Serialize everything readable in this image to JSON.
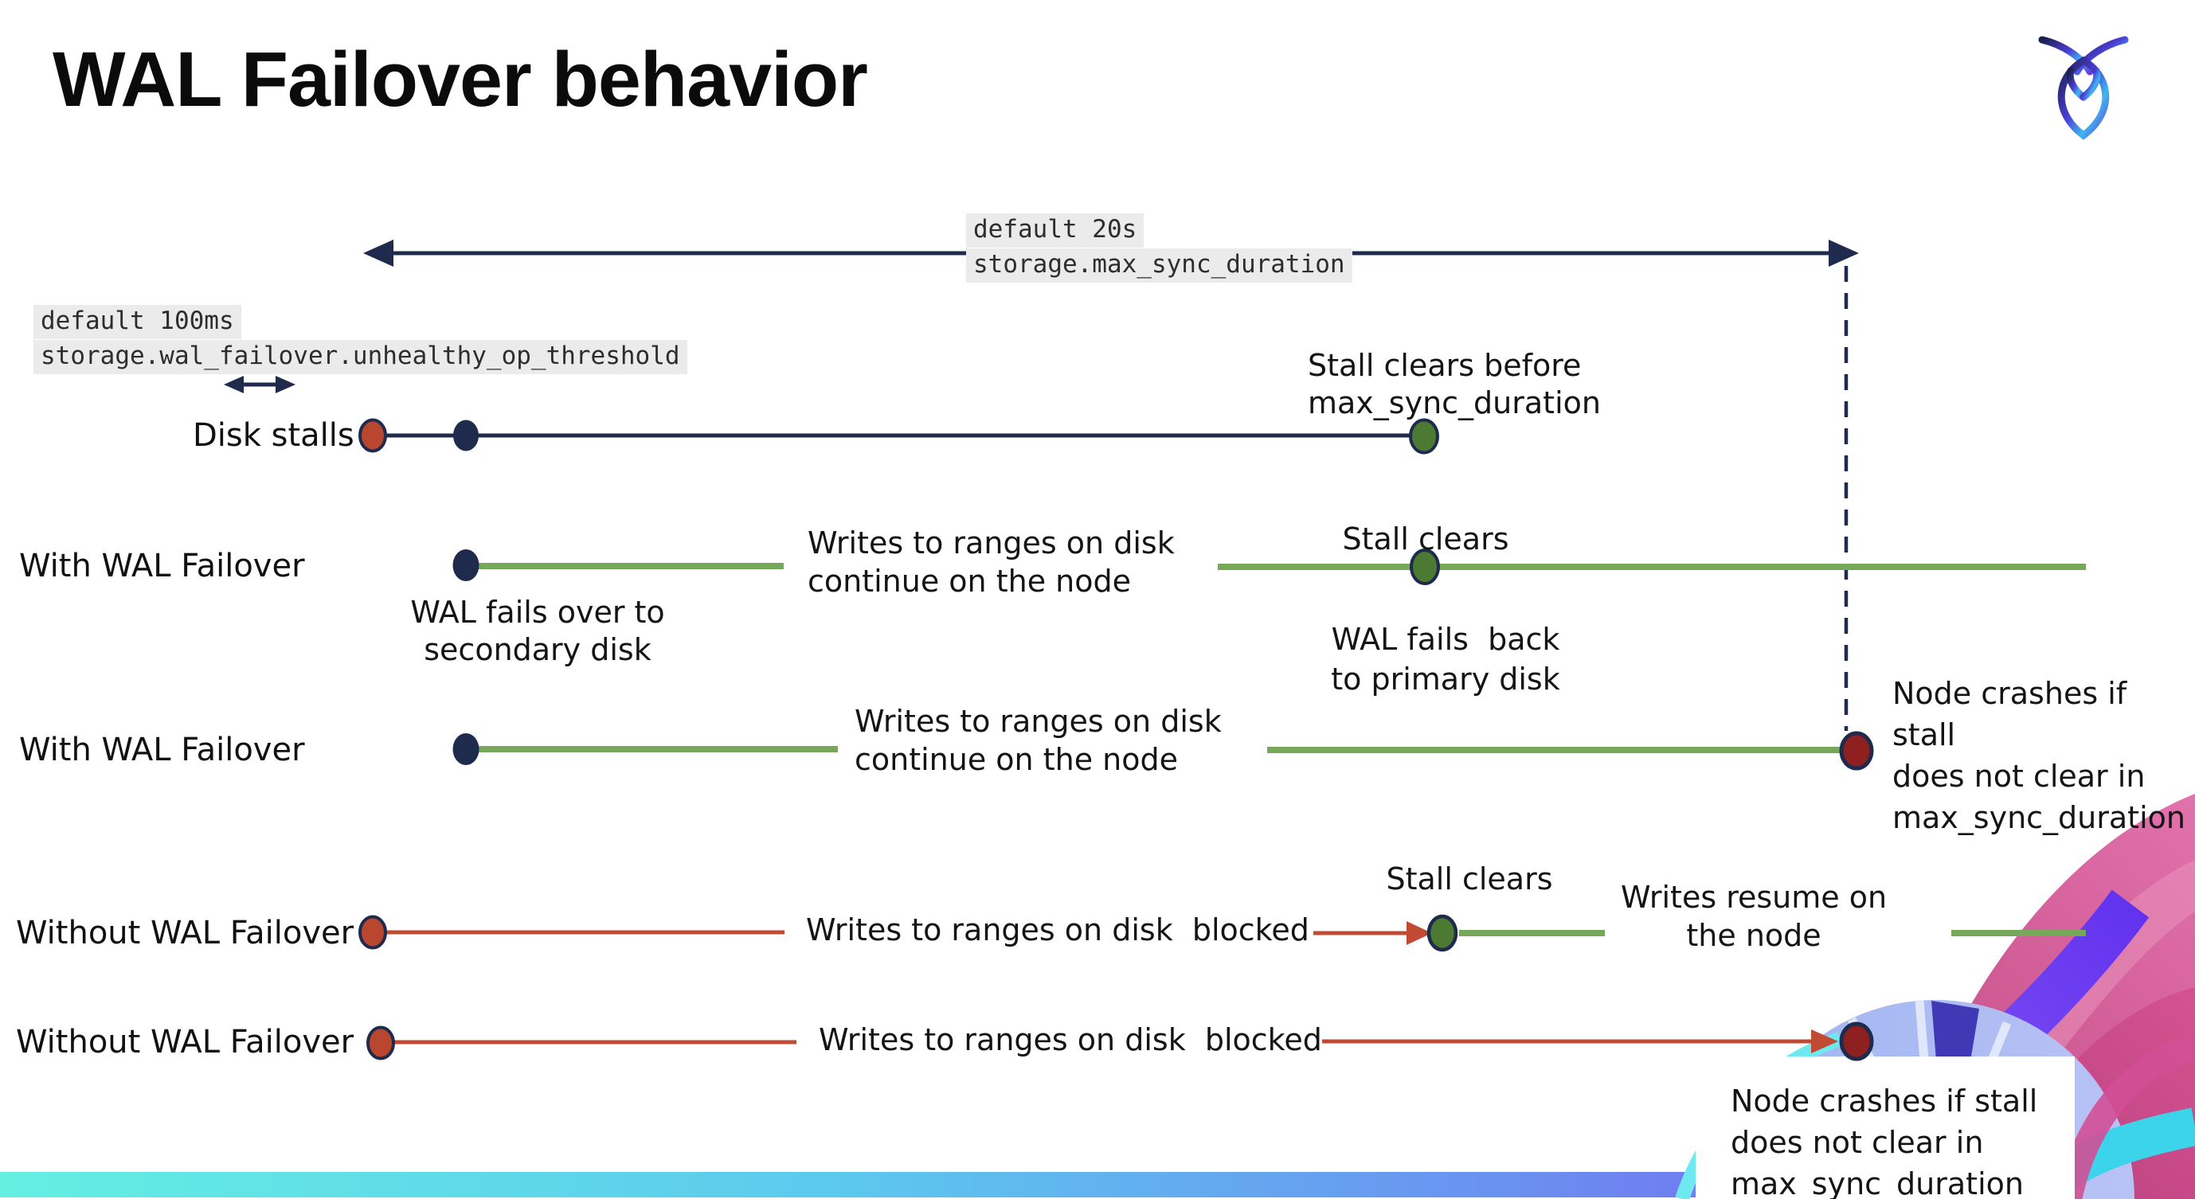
{
  "title": "WAL Failover behavior",
  "logo": {
    "label": "cockroachdb-logo"
  },
  "colors": {
    "navy": "#1f2b4d",
    "green_line": "#76a85a",
    "green_dot": "#4c7a33",
    "red_line": "#c04a32",
    "red_dot": "#b9462e",
    "dark_red_dot": "#8e2020",
    "code_bg": "#ebebeb",
    "bottom_bar_gradient": [
      "#64efe2",
      "#5cc9ee",
      "#6a92f0",
      "#7b4bef"
    ]
  },
  "annotations": {
    "max_sync": {
      "default_label": "default 20s",
      "setting": "storage.max_sync_duration"
    },
    "unhealthy_op": {
      "default_label": "default 100ms",
      "setting": "storage.wal_failover.unhealthy_op_threshold"
    }
  },
  "rows": {
    "disk_stalls": {
      "label": "Disk stalls",
      "note_line1": "Stall clears before",
      "note_line2": "max_sync_duration"
    },
    "with_failover_1": {
      "label": "With WAL Failover",
      "event_line1": "WAL fails over to",
      "event_line2": "secondary disk",
      "mid_line1": "Writes to ranges on disk",
      "mid_line2": "continue on the node",
      "stall_label": "Stall clears",
      "back_line1": "WAL fails  back",
      "back_line2": "to primary disk"
    },
    "with_failover_2": {
      "label": "With WAL Failover",
      "mid_line1": "Writes to ranges on disk",
      "mid_line2": "continue on the node",
      "crash_line1": "Node crashes if stall",
      "crash_line2": "does not clear in",
      "crash_line3": "max_sync_duration"
    },
    "without_failover_1": {
      "label": "Without WAL Failover",
      "mid_text": "Writes to ranges on disk  blocked",
      "stall_label": "Stall clears",
      "resume_line1": "Writes resume on",
      "resume_line2": "the node"
    },
    "without_failover_2": {
      "label": "Without WAL Failover",
      "mid_text": "Writes to ranges on disk  blocked",
      "crash_line1": "Node crashes if stall",
      "crash_line2": "does not clear in",
      "crash_line3": "max_sync_duration"
    }
  }
}
